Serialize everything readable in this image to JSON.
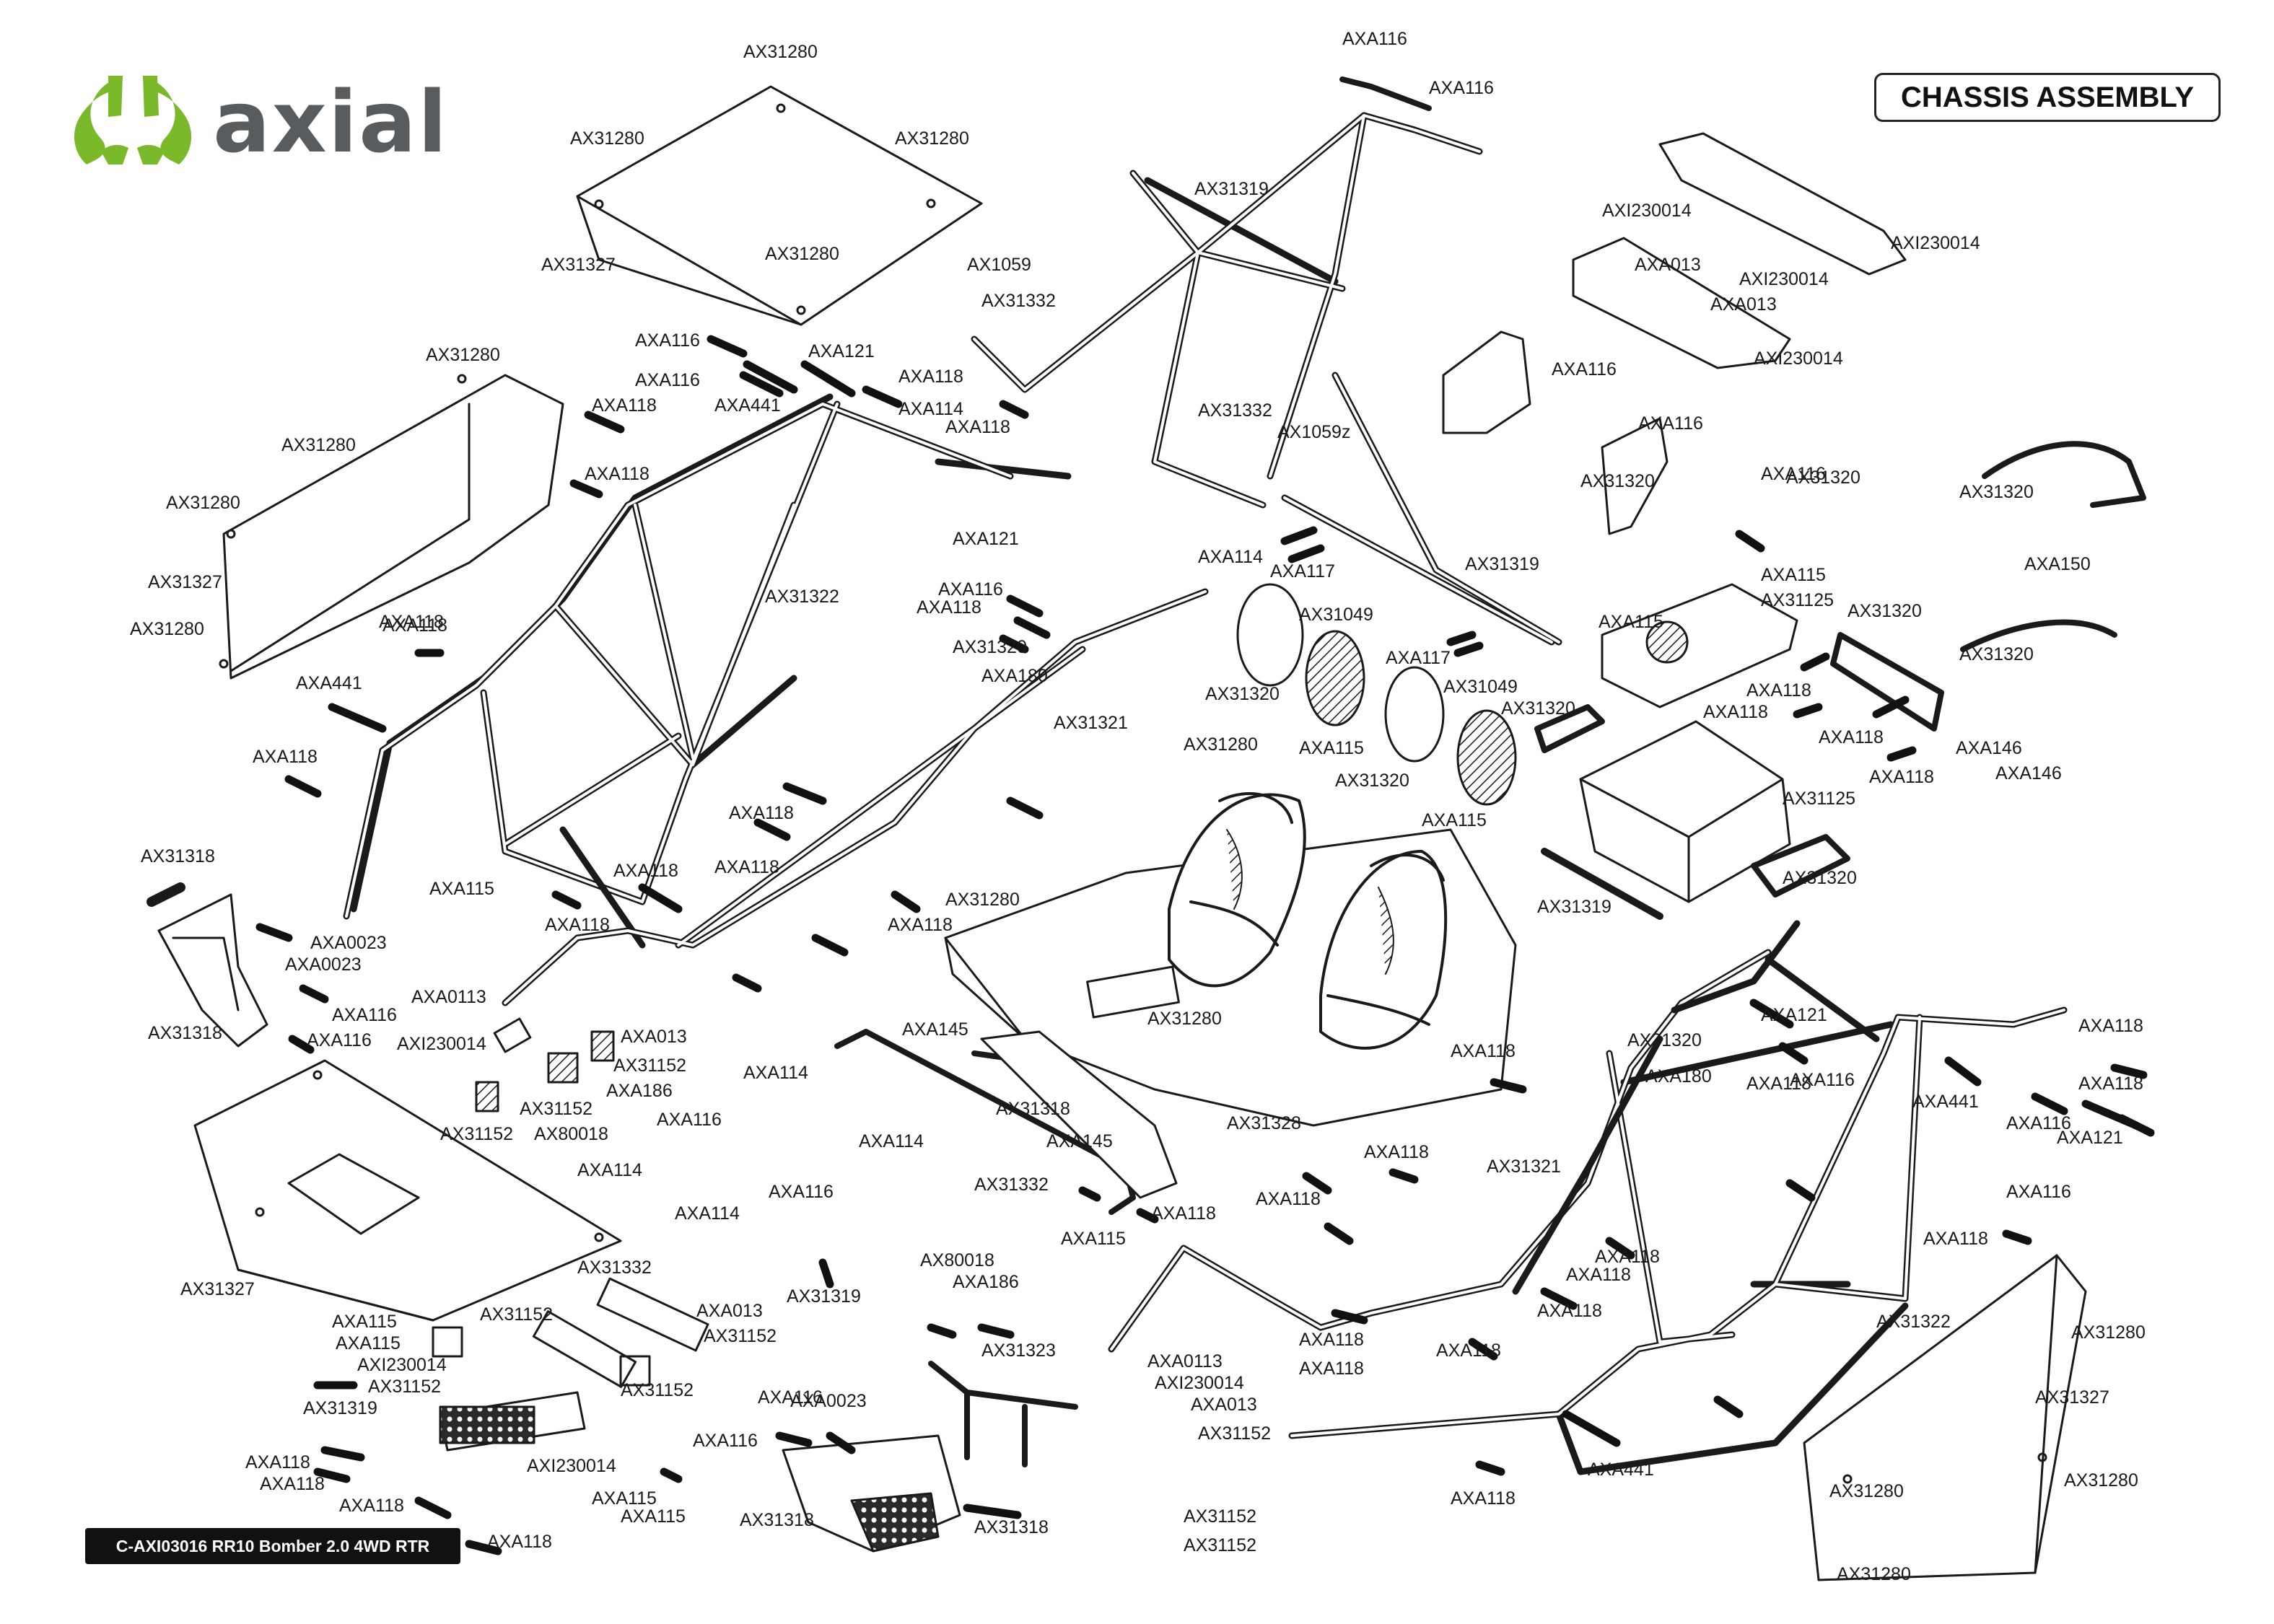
{
  "header": {
    "brand": "axial",
    "title": "CHASSIS ASSEMBLY"
  },
  "footer": {
    "kit_label": "C-AXI03016 RR10 Bomber 2.0 4WD RTR"
  },
  "colors": {
    "brand_green": "#7ab929",
    "brand_gray": "#595c5e",
    "line": "#1a1a1a",
    "badge_bg": "#111111"
  },
  "callouts": [
    "AX31280",
    "AX31280",
    "AX31280",
    "AX31280",
    "AX31327",
    "AX31280",
    "AX31280",
    "AX31280",
    "AX31327",
    "AX31280",
    "AXA116",
    "AXA116",
    "AXA121",
    "AXA441",
    "AXA118",
    "AXA114",
    "AXA118",
    "AXA118",
    "AXA118",
    "AX1059",
    "AX31332",
    "AX31322",
    "AXA116",
    "AXA116",
    "AX31319",
    "AX31332",
    "AX1059z",
    "AXA114",
    "AXA117",
    "AX31049",
    "AXA121",
    "AXA116",
    "AXA118",
    "AX31320",
    "AXA180",
    "AX31321",
    "AXA118",
    "AXA441",
    "AXA118",
    "AX31320",
    "AX31280",
    "AXA115",
    "AX31320",
    "AXA115",
    "AXA117",
    "AX31049",
    "AX31320",
    "AX31319",
    "AXI230014",
    "AXA013",
    "AXI230014",
    "AXA013",
    "AXI230014",
    "AXI230014",
    "AXA116",
    "AXA116",
    "AXA116",
    "AX31320",
    "AX31320",
    "AXA115",
    "AX31125",
    "AXA115",
    "AX31320",
    "AXA118",
    "AXA118",
    "AXA118",
    "AXA118",
    "AX31125",
    "AX31320",
    "AX31319",
    "AX31320",
    "AXA150",
    "AX31320",
    "AXA146",
    "AXA146",
    "AX31318",
    "AXA0023",
    "AXA0023",
    "AXA116",
    "AX31318",
    "AXA116",
    "AXA118",
    "AXA115",
    "AXA118",
    "AXA118",
    "AXA118",
    "AXA118",
    "AX31280",
    "AXA118",
    "AXA0113",
    "AXI230014",
    "AXA013",
    "AX31152",
    "AXA186",
    "AX31152",
    "AX31152",
    "AXA145",
    "AXA114",
    "AX31318",
    "AXA114",
    "AXA145",
    "AX31332",
    "AX31280",
    "AX31328",
    "AXA116",
    "AX80018",
    "AXA114",
    "AXA114",
    "AXA116",
    "AX31332",
    "AX80018",
    "AXA186",
    "AX31319",
    "AXA013",
    "AX31152",
    "AX31152",
    "AX31152",
    "AX31327",
    "AXA115",
    "AXA115",
    "AXI230014",
    "AX31152",
    "AX31319",
    "AXA118",
    "AXA118",
    "AXA118",
    "AXI230014",
    "AXA115",
    "AXA115",
    "AXA116",
    "AXA0023",
    "AXA116",
    "AX31318",
    "AX31318",
    "AXA118",
    "AX31323",
    "AXA0113",
    "AXI230014",
    "AXA013",
    "AX31152",
    "AX31152",
    "AX31152",
    "AXA115",
    "AXA118",
    "AXA118",
    "AXA118",
    "AXA118",
    "AXA118",
    "AXA118",
    "AXA118",
    "AX31321",
    "AXA118",
    "AXA118",
    "AXA118",
    "AXA441",
    "AXA118",
    "AXA121",
    "AX31320",
    "AXA180",
    "AXA118",
    "AXA116",
    "AXA441",
    "AXA118",
    "AXA118",
    "AXA118",
    "AXA116",
    "AXA121",
    "AXA116",
    "AX31322",
    "AX31280",
    "AX31327",
    "AX31280",
    "AX31280",
    "AX31280"
  ]
}
